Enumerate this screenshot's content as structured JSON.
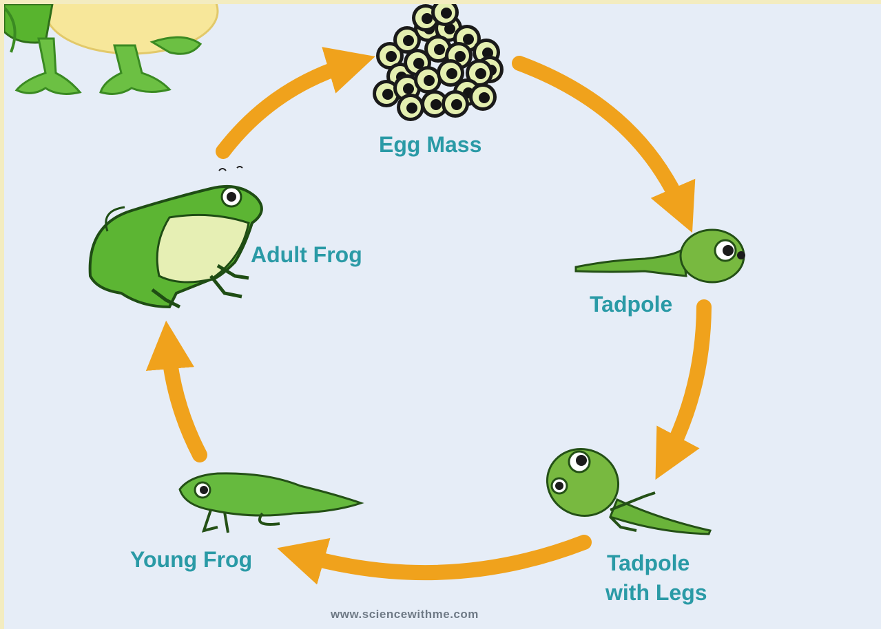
{
  "diagram": {
    "stages": [
      {
        "id": "egg-mass",
        "label": "Egg Mass"
      },
      {
        "id": "tadpole",
        "label": "Tadpole"
      },
      {
        "id": "tadpole-with-legs",
        "label_line1": "Tadpole",
        "label_line2": "with Legs"
      },
      {
        "id": "young-frog",
        "label": "Young Frog"
      },
      {
        "id": "adult-frog",
        "label": "Adult Frog"
      }
    ],
    "credit": "www.sciencewithme.com",
    "colors": {
      "background": "#e6edf7",
      "arrow": "#f0a21c",
      "label": "#2a9aa6",
      "frog_green": "#58b42e",
      "frog_belly": "#e6efb4",
      "corner_yellow": "#f7e79a"
    },
    "icons": [
      "egg-mass-icon",
      "tadpole-icon",
      "tadpole-with-legs-icon",
      "young-frog-icon",
      "adult-frog-icon",
      "corner-frog-icon"
    ]
  }
}
